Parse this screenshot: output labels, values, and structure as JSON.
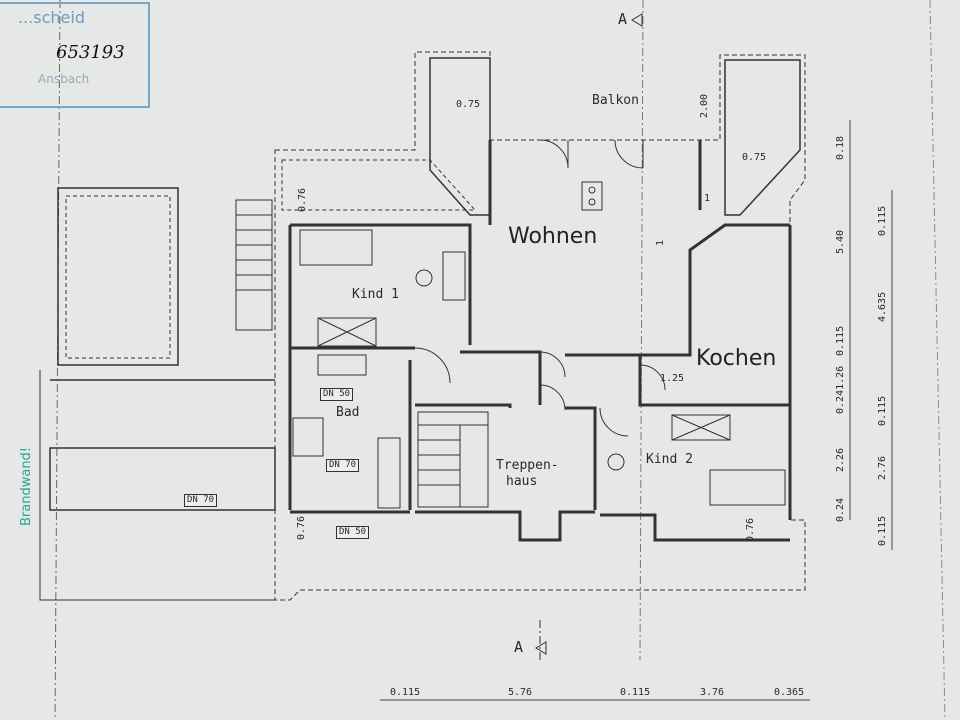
{
  "stamp": {
    "line1": "...scheid",
    "line2": "Ansbach",
    "number": "653193"
  },
  "section_markers": [
    "A",
    "A"
  ],
  "rooms": {
    "balkon": "Balkon",
    "wohnen": "Wohnen",
    "kind1": "Kind 1",
    "kochen": "Kochen",
    "bad": "Bad",
    "treppenhaus_1": "Treppen-",
    "treppenhaus_2": "haus",
    "kind2": "Kind 2"
  },
  "side_note": "Brandwand!",
  "pipes": [
    "DN 50",
    "DN 70",
    "DN 70",
    "DN 50"
  ],
  "inner_dims": [
    "0.75",
    "2.00",
    "0.75",
    "0.76",
    "1",
    "1",
    "1.25",
    "0.76",
    "0.76"
  ],
  "right_dims_a": [
    "0.18",
    "5.40",
    "0.115",
    "0.241.26",
    "2.26",
    "0.24"
  ],
  "right_dims_b": [
    "0.115",
    "4.635",
    "0.115",
    "2.76",
    "0.115"
  ],
  "bottom_dims": [
    "0.115",
    "5.76",
    "0.115",
    "3.76",
    "0.365"
  ],
  "colors": {
    "line": "#333333",
    "paper": "#e6e8e8",
    "stamp": "#6d9bc0",
    "note": "#2aa58f"
  }
}
